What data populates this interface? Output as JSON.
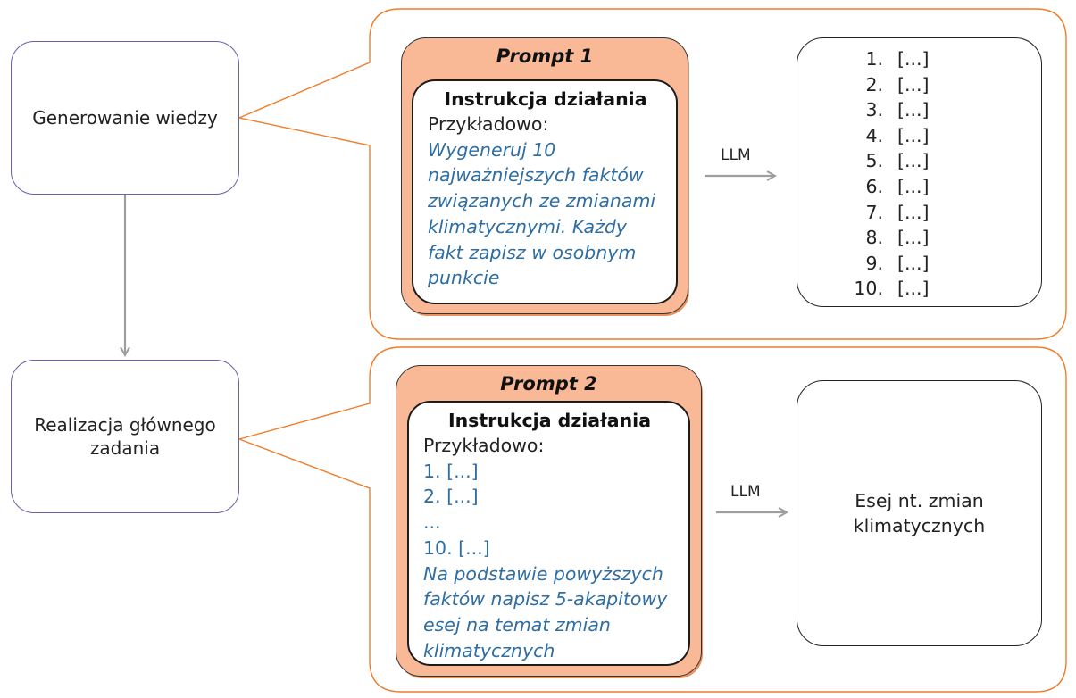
{
  "steps": {
    "knowledge": "Generowanie wiedzy",
    "main_task": "Realizacja głównego zadania"
  },
  "prompt1": {
    "title": "Prompt 1",
    "heading": "Instrukcja działania",
    "intro": "Przykładowo:",
    "lines": [
      "Wygeneruj 10",
      "najważniejszych faktów",
      "związanych ze zmianami",
      "klimatycznymi. Każdy",
      "fakt zapisz w osobnym",
      "punkcie"
    ]
  },
  "prompt2": {
    "title": "Prompt 2",
    "heading": "Instrukcja działania",
    "intro": "Przykładowo:",
    "list_lines": [
      "1. [...]",
      "2. [...]",
      "...",
      "10. [...]"
    ],
    "lines": [
      "Na podstawie powyższych",
      "faktów napisz 5-akapitowy",
      "esej na temat zmian",
      "klimatycznych"
    ]
  },
  "arrows": {
    "llm1": "LLM",
    "llm2": "LLM"
  },
  "output1": {
    "items": [
      {
        "num": "1.",
        "text": "[...]"
      },
      {
        "num": "2.",
        "text": "[...]"
      },
      {
        "num": "3.",
        "text": "[...]"
      },
      {
        "num": "4.",
        "text": "[...]"
      },
      {
        "num": "5.",
        "text": "[...]"
      },
      {
        "num": "6.",
        "text": "[...]"
      },
      {
        "num": "7.",
        "text": "[...]"
      },
      {
        "num": "8.",
        "text": "[...]"
      },
      {
        "num": "9.",
        "text": "[...]"
      },
      {
        "num": "10.",
        "text": "[...]"
      }
    ]
  },
  "output2": {
    "text": "Esej nt. zmian klimatycznych"
  },
  "colors": {
    "callout_border": "#f07c2a",
    "prompt_fill": "#f9b896",
    "step_border": "#6a5fa8",
    "example_text": "#2f6ea3",
    "arrow": "#9e9e9e"
  }
}
